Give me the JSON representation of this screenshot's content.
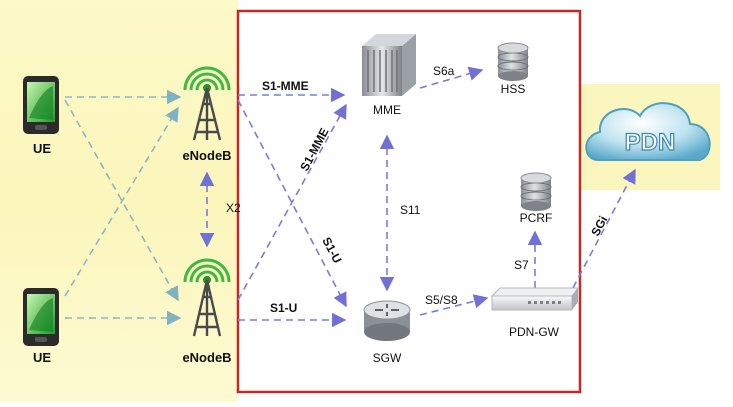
{
  "nodes": {
    "ue1": {
      "label": "UE"
    },
    "ue2": {
      "label": "UE"
    },
    "enb1": {
      "label": "eNodeB"
    },
    "enb2": {
      "label": "eNodeB"
    },
    "mme": {
      "label": "MME"
    },
    "hss": {
      "label": "HSS"
    },
    "pcrf": {
      "label": "PCRF"
    },
    "sgw": {
      "label": "SGW"
    },
    "pgw": {
      "label": "PDN-GW"
    },
    "pdn": {
      "label": "PDN"
    }
  },
  "links": {
    "x2": "X2",
    "s1mme_top": "S1-MME",
    "s1mme_diag": "S1-MME",
    "s1u_diag": "S1-U",
    "s1u_bottom": "S1-U",
    "s6a": "S6a",
    "s11": "S11",
    "s5s8": "S5/S8",
    "s7": "S7",
    "sgi": "SGi"
  },
  "colors": {
    "background_zone": "#fbf7c2",
    "core_border": "#c62828",
    "ue_link": "#8ab8c4",
    "core_link": "#7b7bd8",
    "radio_green": "#3fb93f"
  }
}
